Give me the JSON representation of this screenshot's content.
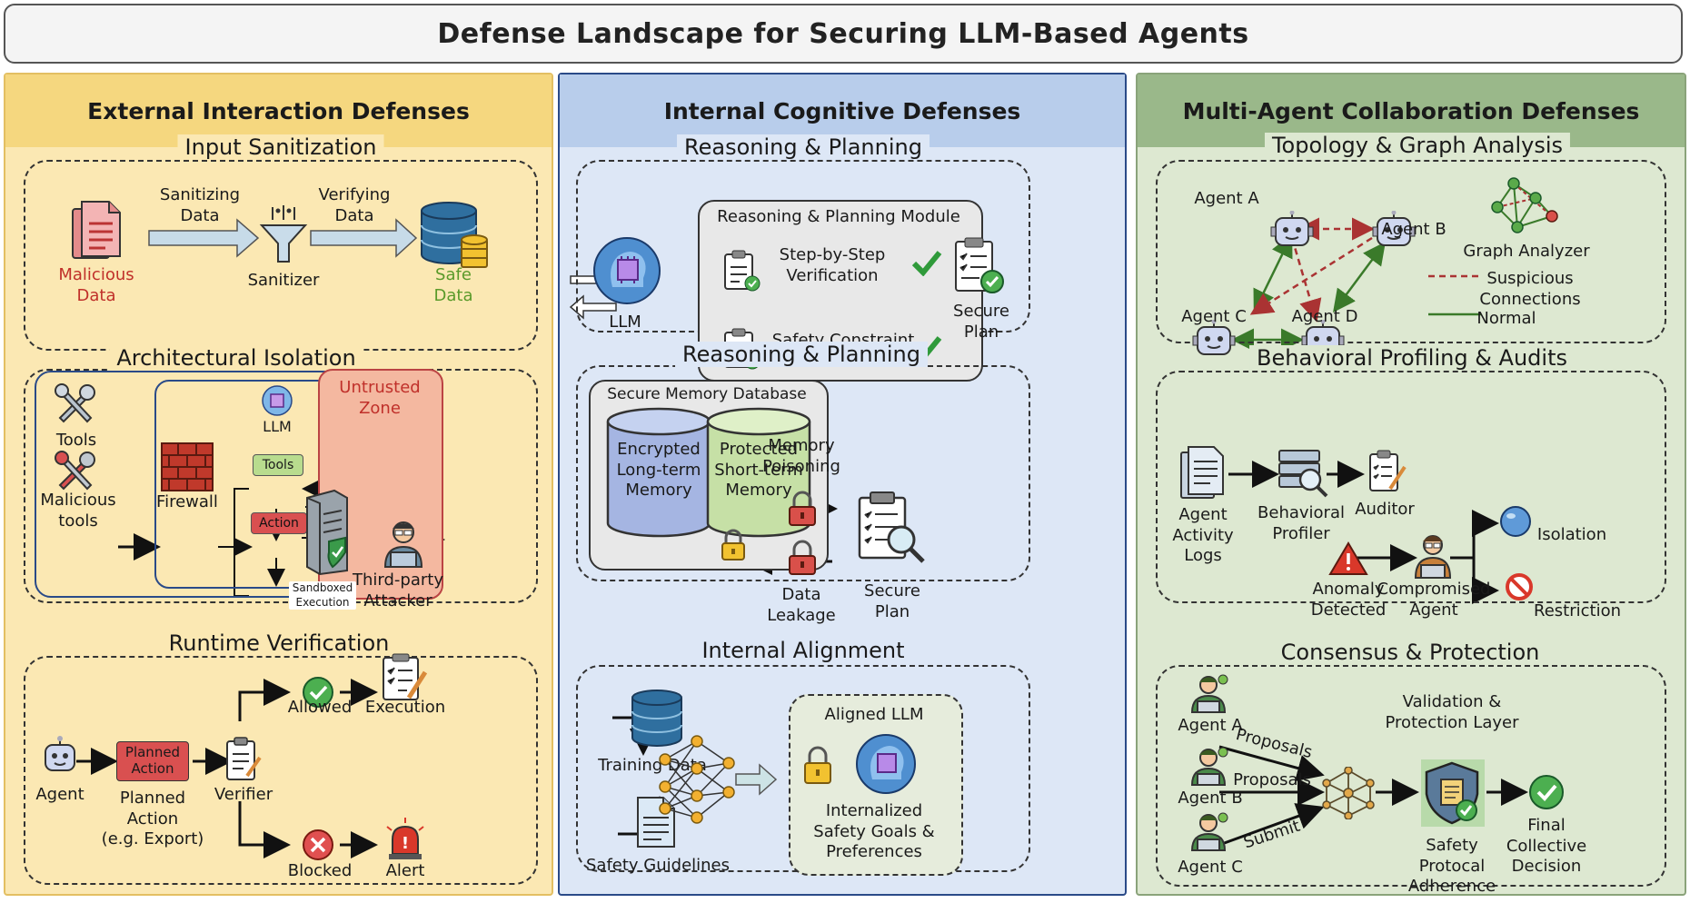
{
  "title": "Defense Landscape for Securing LLM-Based Agents",
  "columns": {
    "external": {
      "heading": "External Interaction Defenses",
      "input_sanitization": {
        "title": "Input Sanitization",
        "malicious": "Malicious\nData",
        "sanitizing": "Sanitizing\nData",
        "sanitizer": "Sanitizer",
        "verifying": "Verifying\nData",
        "safe": "Safe\nData"
      },
      "isolation": {
        "title": "Architectural Isolation",
        "tools": "Tools",
        "malicious_tools": "Malicious\ntools",
        "firewall": "Firewall",
        "llm": "LLM",
        "tools_node": "Tools",
        "action": "Action",
        "sandboxed": "Sandboxed\nExecution",
        "untrusted": "Untrusted\nZone",
        "attacker": "Third-party\nAttacker"
      },
      "runtime": {
        "title": "Runtime Verification",
        "agent": "Agent",
        "planned_action_box": "Planned\nAction",
        "planned_action": "Planned\nAction\n(e.g. Export)",
        "verifier": "Verifier",
        "allowed": "Allowed",
        "execution": "Execution",
        "blocked": "Blocked",
        "alert": "Alert"
      }
    },
    "internal": {
      "heading": "Internal Cognitive Defenses",
      "reasoning": {
        "title": "Reasoning & Planning",
        "llm": "LLM",
        "module": "Reasoning & Planning Module",
        "step": "Step-by-Step\nVerification",
        "safety": "Safety Constraint\nCheck",
        "secure_plan": "Secure\nPlan"
      },
      "memory": {
        "title": "Reasoning & Planning",
        "db": "Secure Memory Database",
        "encrypted": "Encrypted\nLong-term\nMemory",
        "protected": "Protected\nShort-term\nMemory",
        "poisoning": "Memory\nPoisoning",
        "leakage": "Data\nLeakage",
        "secure_plan": "Secure\nPlan"
      },
      "alignment": {
        "title": "Internal Alignment",
        "training": "Training Data",
        "guidelines": "Safety Guidelines",
        "aligned": "Aligned LLM",
        "internalized": "Internalized\nSafety Goals &\nPreferences"
      }
    },
    "multi": {
      "heading": "Multi-Agent Collaboration Defenses",
      "topology": {
        "title": "Topology & Graph Analysis",
        "agent_a": "Agent A",
        "agent_b": "Agent B",
        "agent_c": "Agent C",
        "agent_d": "Agent D",
        "analyzer": "Graph Analyzer",
        "suspicious": "Suspicious\nConnections",
        "normal": "Normal"
      },
      "behavioral": {
        "title": "Behavioral Profiling & Audits",
        "logs": "Agent\nActivity\nLogs",
        "profiler": "Behavioral\nProfiler",
        "auditor": "Auditor",
        "anomaly": "Anomaly\nDetected",
        "compromised": "Compromised\nAgent",
        "isolation": "Isolation",
        "restriction": "Restriction"
      },
      "consensus": {
        "title": "Consensus & Protection",
        "agent_a": "Agent A",
        "agent_b": "Agent B",
        "agent_c": "Agent C",
        "proposals1": "Proposals",
        "proposals2": "Proposals",
        "submit": "Submit",
        "layer": "Validation &\nProtection Layer",
        "protocol": "Safety\nProtocal\nAdherence",
        "decision": "Final\nCollective\nDecision"
      }
    }
  },
  "colors": {
    "external_bg": "#fbe8b3",
    "internal_bg": "#dde7f6",
    "multi_bg": "#dde8d1",
    "danger": "#c0302a",
    "safe": "#5a9a2a"
  }
}
